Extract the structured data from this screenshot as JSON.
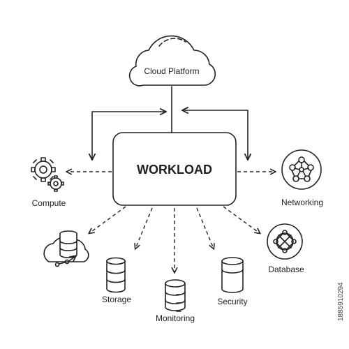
{
  "center": {
    "label": "WORKLOAD"
  },
  "cloud": {
    "label": "Cloud Platform"
  },
  "nodes": {
    "compute": "Compute",
    "networking": "Networking",
    "database": "Database",
    "storage": "Storage",
    "monitoring": "Monitoring",
    "security": "Security"
  },
  "watermark": {
    "stock_id": "1885910294"
  },
  "icons": [
    "gears-icon",
    "network-globe-icon",
    "database-network-icon",
    "cloud-storage-icon",
    "database-icon",
    "server-icon",
    "database-icon"
  ]
}
